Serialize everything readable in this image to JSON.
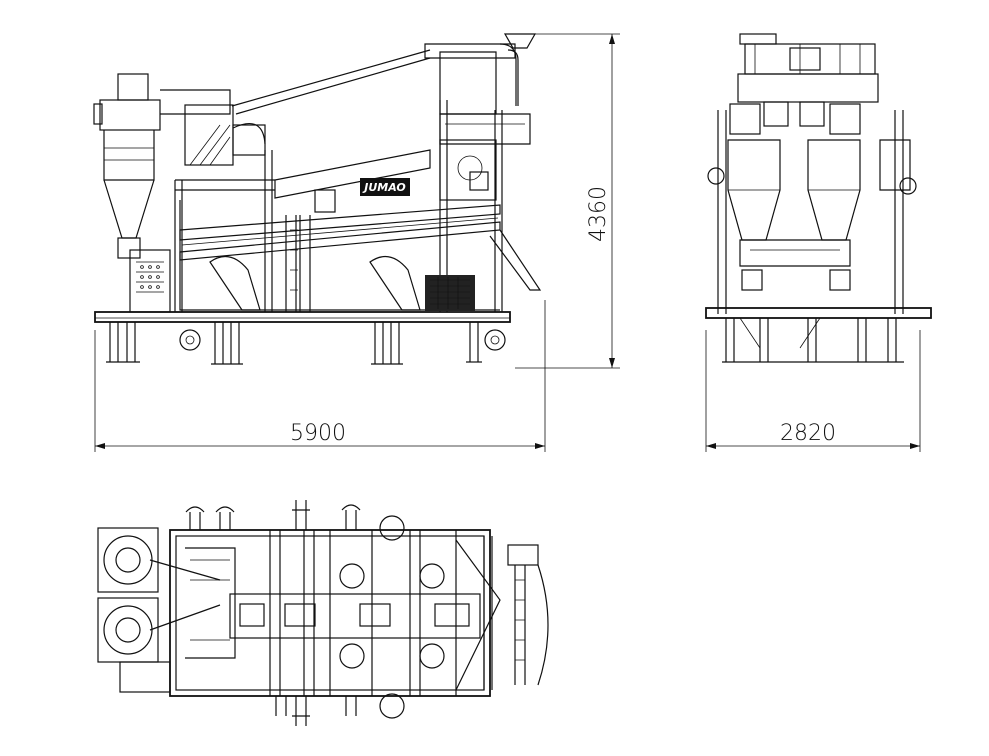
{
  "dimensions": {
    "side_height": "4360",
    "side_length": "5900",
    "end_width": "2820"
  },
  "labels": {
    "logo": "JUMAO"
  },
  "views": [
    "side-elevation-view",
    "end-elevation-view",
    "top-plan-view"
  ]
}
